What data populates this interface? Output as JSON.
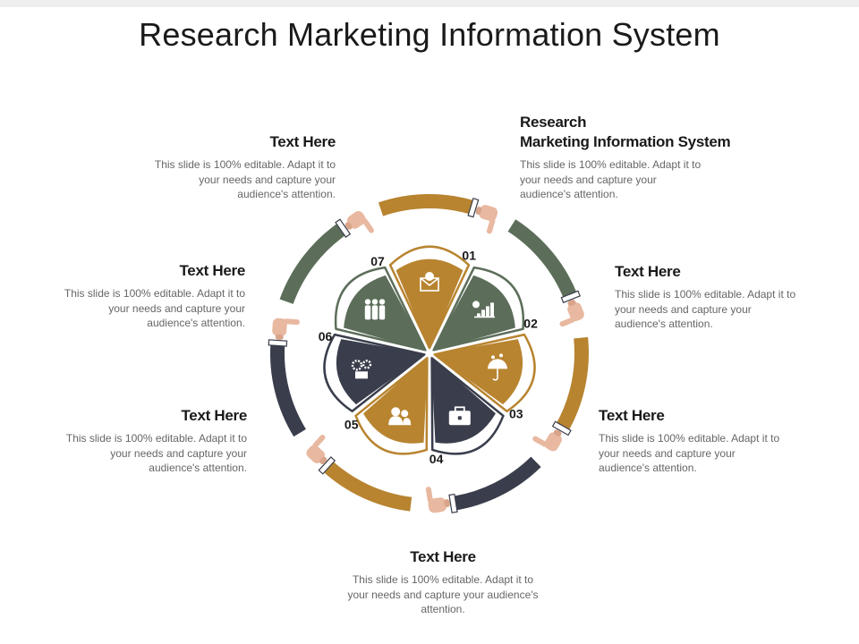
{
  "title": "Research Marketing Information System",
  "segments": [
    {
      "number": "01",
      "color": "#b88430",
      "icon": "money-envelope-icon"
    },
    {
      "number": "02",
      "color": "#5c6e5a",
      "icon": "bar-chart-icon"
    },
    {
      "number": "03",
      "color": "#b88430",
      "icon": "umbrella-icon"
    },
    {
      "number": "04",
      "color": "#3a3e4c",
      "icon": "briefcase-icon"
    },
    {
      "number": "05",
      "color": "#b88430",
      "icon": "users-icon"
    },
    {
      "number": "06",
      "color": "#3a3e4c",
      "icon": "gears-icon"
    },
    {
      "number": "07",
      "color": "#5c6e5a",
      "icon": "team-icon"
    }
  ],
  "blocks": {
    "b1": {
      "heading": "Research\nMarketing Information System",
      "body": "This slide is 100% editable. Adapt it to your needs and capture your audience's attention."
    },
    "b2": {
      "heading": "Text Here",
      "body": "This slide is 100% editable. Adapt it to your needs and capture your audience's attention."
    },
    "b3": {
      "heading": "Text Here",
      "body": "This slide is 100% editable. Adapt it to your needs and capture your audience's attention."
    },
    "b4": {
      "heading": "Text Here",
      "body": "This slide is 100% editable. Adapt it to your needs and capture your audience's attention."
    },
    "b5": {
      "heading": "Text Here",
      "body": "This slide is 100% editable. Adapt it to your needs and capture your audience's attention."
    },
    "b6": {
      "heading": "Text Here",
      "body": "This slide is 100% editable. Adapt it to your needs and capture your audience's attention."
    },
    "b7": {
      "heading": "Text Here",
      "body": "This slide is 100% editable. Adapt it to your needs and capture your audience's attention."
    }
  },
  "colors": {
    "gold": "#b88430",
    "green": "#5c6e5a",
    "navy": "#3a3e4c",
    "skin": "#e8b8a0"
  }
}
